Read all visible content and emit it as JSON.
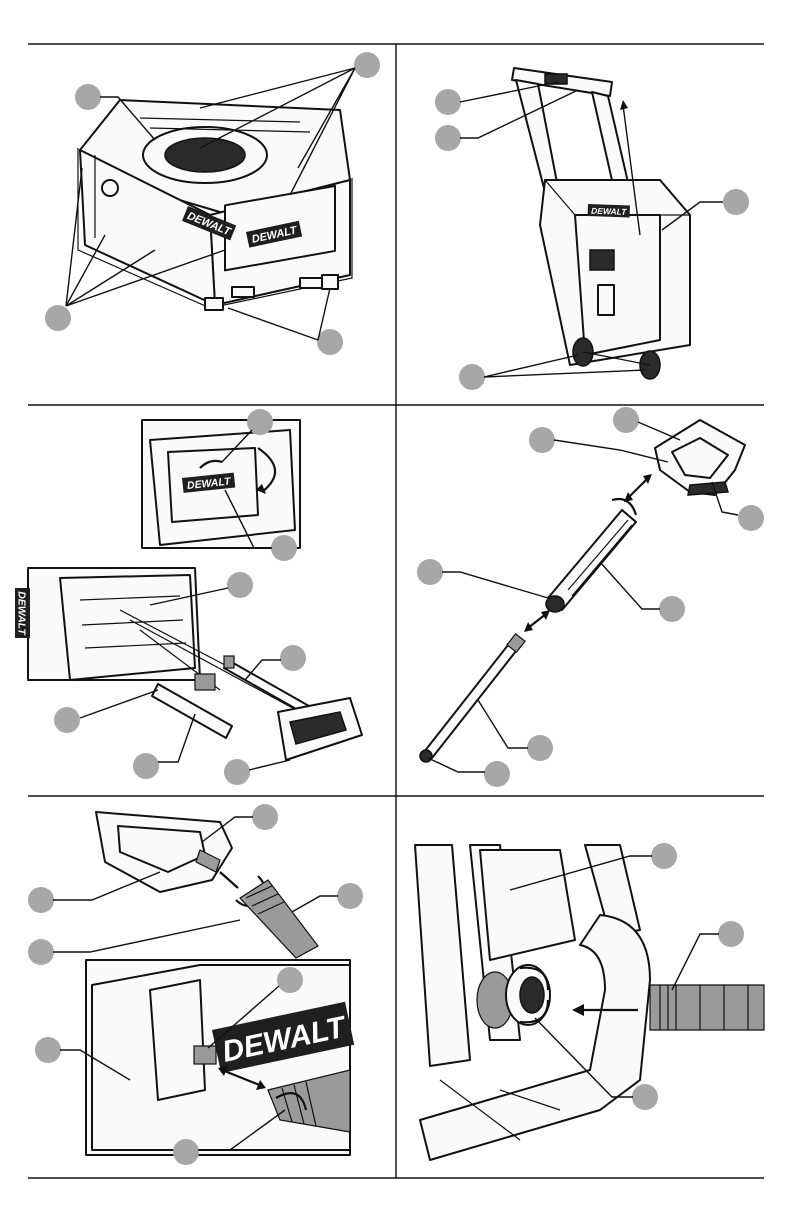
{
  "brand_logo": {
    "text": "DEWALT",
    "color_badge": "#1f1f1f",
    "color_text": "#ffffff"
  },
  "figure_callouts": {
    "color": "#a7a7a7",
    "labels_visible": false
  },
  "panels": [
    {
      "id": "radio-overview",
      "icon": "jobsite-radio-icon"
    },
    {
      "id": "radio-trolley",
      "icon": "trolley-cart-icon"
    },
    {
      "id": "storage-compartment",
      "icon": "storage-door-icon"
    },
    {
      "id": "handle-assembly",
      "icon": "handle-assembly-icon"
    },
    {
      "id": "hose-connection",
      "icon": "hose-connection-icon"
    },
    {
      "id": "frame-hose-detail",
      "icon": "frame-hose-detail-icon"
    }
  ],
  "colors": {
    "rule": "#111111",
    "line_art": "#111111",
    "fill_light": "#fafafa",
    "fill_dark": "#2a2a2a"
  }
}
